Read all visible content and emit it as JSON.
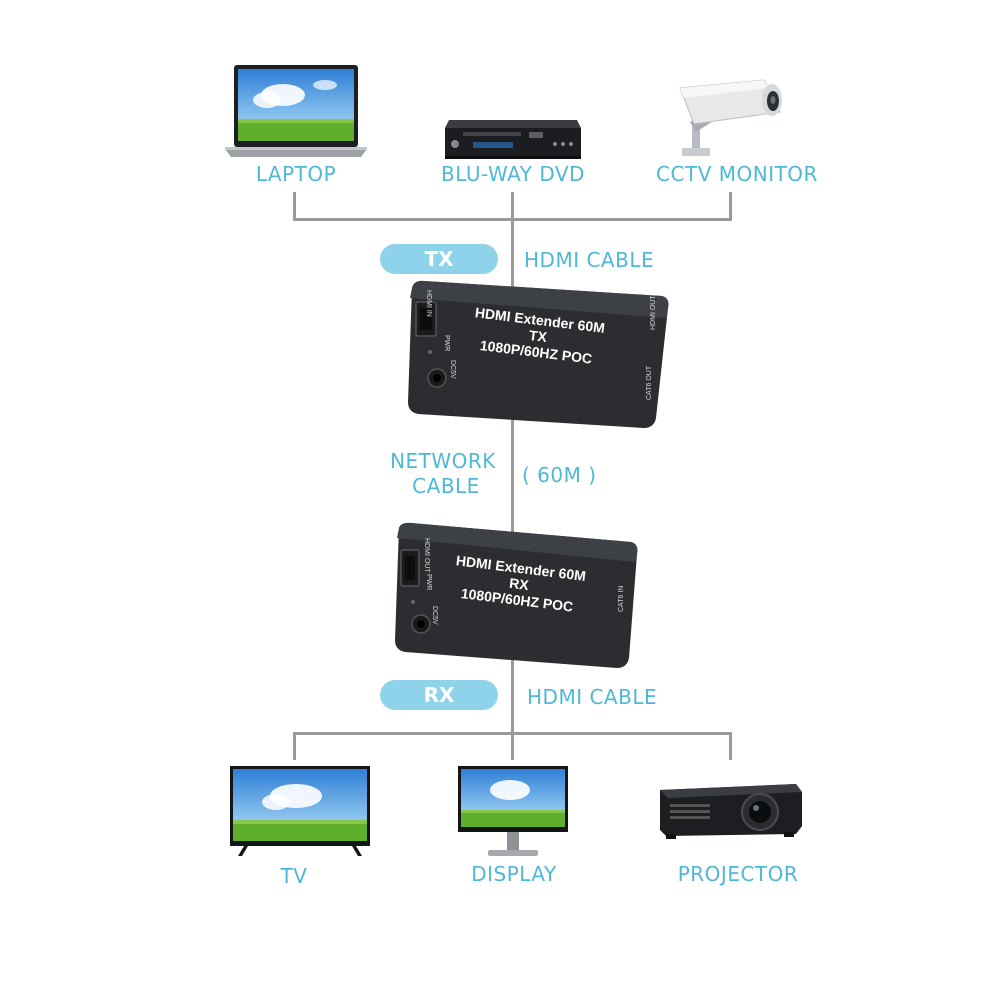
{
  "sources": {
    "laptop": "LAPTOP",
    "dvd": "BLU-WAY DVD",
    "cctv": "CCTV MONITOR"
  },
  "tx": {
    "badge": "TX",
    "input_cable": "HDMI CABLE",
    "device_title_1": "HDMI Extender 60M TX",
    "device_title_2": "1080P/60HZ POC",
    "port_in": "HDMI IN",
    "port_pwr": "PWR",
    "port_dc": "DC5V",
    "port_out": "HDMI OUT",
    "port_cat": "CAT6 OUT"
  },
  "network": {
    "line1": "NETWORK",
    "line2": "CABLE",
    "distance": "( 60M )"
  },
  "rx": {
    "badge": "RX",
    "output_cable": "HDMI CABLE",
    "device_title_1": "HDMI Extender 60M RX",
    "device_title_2": "1080P/60HZ POC",
    "port_out": "HDMI OUT",
    "port_pwr": "PWR",
    "port_dc": "DC5V",
    "port_cat": "CAT6 IN"
  },
  "destinations": {
    "tv": "TV",
    "display": "DISPLAY",
    "projector": "PROJECTOR"
  },
  "colors": {
    "label": "#4eb8d6",
    "badge": "#8fd3ea",
    "connector": "#9a9a9a",
    "device": "#2b2d30"
  }
}
